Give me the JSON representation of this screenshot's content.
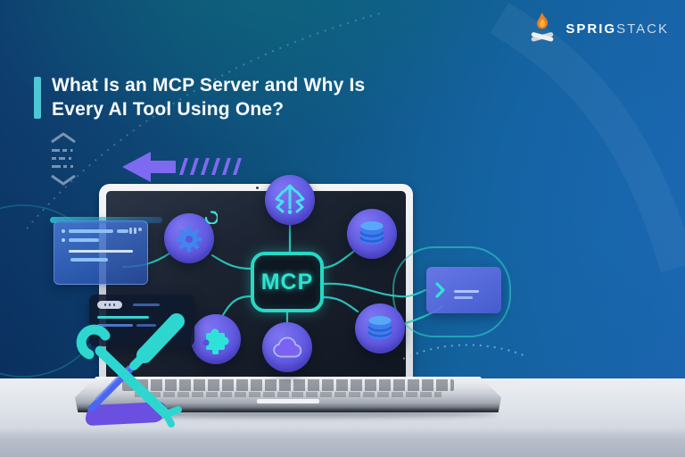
{
  "page": {
    "type": "blog-hero-banner"
  },
  "logo": {
    "icon": "campfire-icon",
    "text_primary": "SPRIG",
    "text_secondary": "STACK"
  },
  "headline": {
    "line1": "What Is an MCP Server and Why Is",
    "line2": "Every AI Tool Using One?",
    "accent_color": "#4ec7d7"
  },
  "illustration": {
    "hub_label": "MCP",
    "hub_border_color": "#27d8c4",
    "node_color": "#5a52dc",
    "nodes": [
      {
        "id": "protocol",
        "icon": "protocol-icon",
        "position": "top"
      },
      {
        "id": "gear",
        "icon": "gear-icon",
        "position": "top-left"
      },
      {
        "id": "database-top",
        "icon": "database-icon",
        "position": "top-right"
      },
      {
        "id": "puzzle",
        "icon": "puzzle-icon",
        "position": "bottom-left"
      },
      {
        "id": "cloud",
        "icon": "cloud-icon",
        "position": "bottom"
      },
      {
        "id": "database-bottom",
        "icon": "database-icon",
        "position": "bottom-right"
      }
    ],
    "side_elements": [
      "code-window",
      "terminal-card",
      "dark-window",
      "left-arrow",
      "crossed-tools",
      "laptop"
    ]
  },
  "colors": {
    "accent_teal": "#2fd6cc",
    "arrow_purple": "#7e6af0",
    "flame_orange": "#f07d1e",
    "background_blue": "#12609a",
    "desk_gray": "#d8dce3"
  }
}
